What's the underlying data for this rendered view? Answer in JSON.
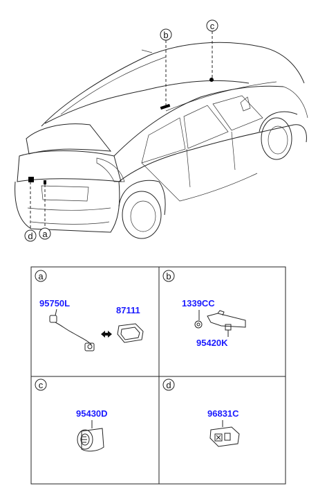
{
  "overview": {
    "callouts": [
      {
        "letter": "b"
      },
      {
        "letter": "c"
      },
      {
        "letter": "d"
      },
      {
        "letter": "a"
      }
    ]
  },
  "panels": [
    {
      "letter": "a",
      "parts": [
        "95750L",
        "87111"
      ]
    },
    {
      "letter": "b",
      "parts": [
        "1339CC",
        "95420K"
      ]
    },
    {
      "letter": "c",
      "parts": [
        "95430D"
      ]
    },
    {
      "letter": "d",
      "parts": [
        "96831C"
      ]
    }
  ]
}
